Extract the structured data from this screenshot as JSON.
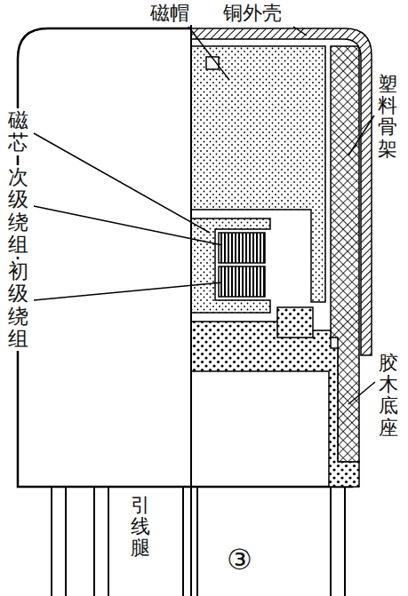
{
  "diagram": {
    "labels": [
      "磁帽",
      "铜外壳",
      "塑料骨架",
      "磁芯",
      "次级绕组",
      "初级绕组",
      "胶木底座",
      "引线腿",
      "③"
    ]
  }
}
